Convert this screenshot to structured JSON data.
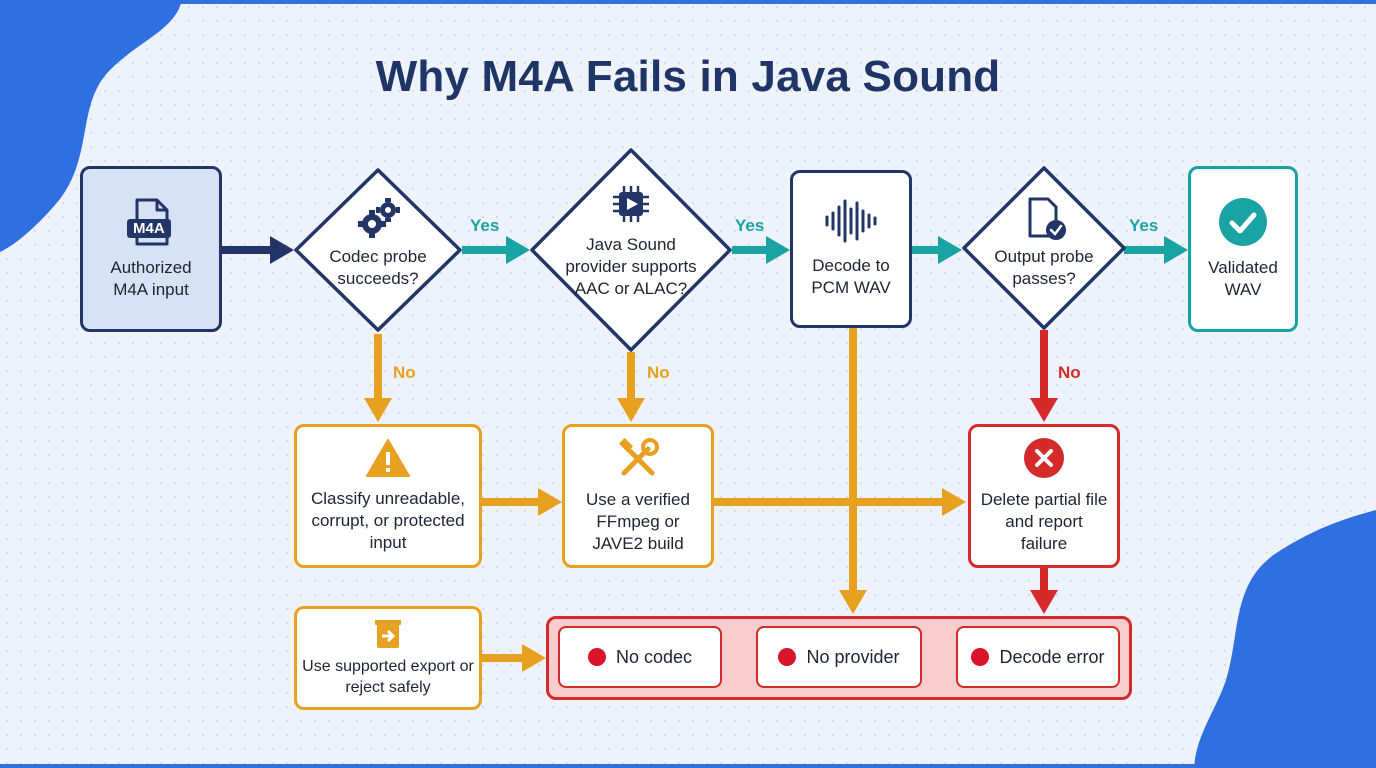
{
  "title": "Why M4A Fails in Java Sound",
  "colors": {
    "navy": "#223566",
    "teal": "#1aa3a3",
    "orange": "#e8a021",
    "red": "#d42a2a",
    "blue_accent": "#2f6fe0"
  },
  "nodes": {
    "input": {
      "badge": "M4A",
      "label": "Authorized M4A input",
      "icon": "file-icon"
    },
    "codec_probe": {
      "label": "Codec probe succeeds?",
      "icon": "gears-icon"
    },
    "provider_check": {
      "label": "Java Sound provider supports AAC or ALAC?",
      "icon": "chip-play-icon"
    },
    "decode": {
      "label": "Decode to PCM WAV",
      "icon": "waveform-icon"
    },
    "output_probe": {
      "label": "Output probe passes?",
      "icon": "file-check-icon"
    },
    "validated": {
      "label": "Validated WAV",
      "icon": "check-circle-icon"
    },
    "classify": {
      "label": "Classify unreadable, corrupt, or protected input",
      "icon": "warning-icon"
    },
    "ffmpeg": {
      "label": "Use a verified FFmpeg or JAVE2 build",
      "icon": "tools-icon"
    },
    "delete_partial": {
      "label": "Delete partial file and report failure",
      "icon": "error-x-icon"
    },
    "supported_export": {
      "label": "Use supported export or reject safely",
      "icon": "export-icon"
    }
  },
  "edge_labels": {
    "codec_yes": "Yes",
    "provider_yes": "Yes",
    "output_yes": "Yes",
    "codec_no": "No",
    "provider_no": "No",
    "output_no": "No"
  },
  "errors": [
    {
      "label": "No codec"
    },
    {
      "label": "No provider"
    },
    {
      "label": "Decode error"
    }
  ]
}
